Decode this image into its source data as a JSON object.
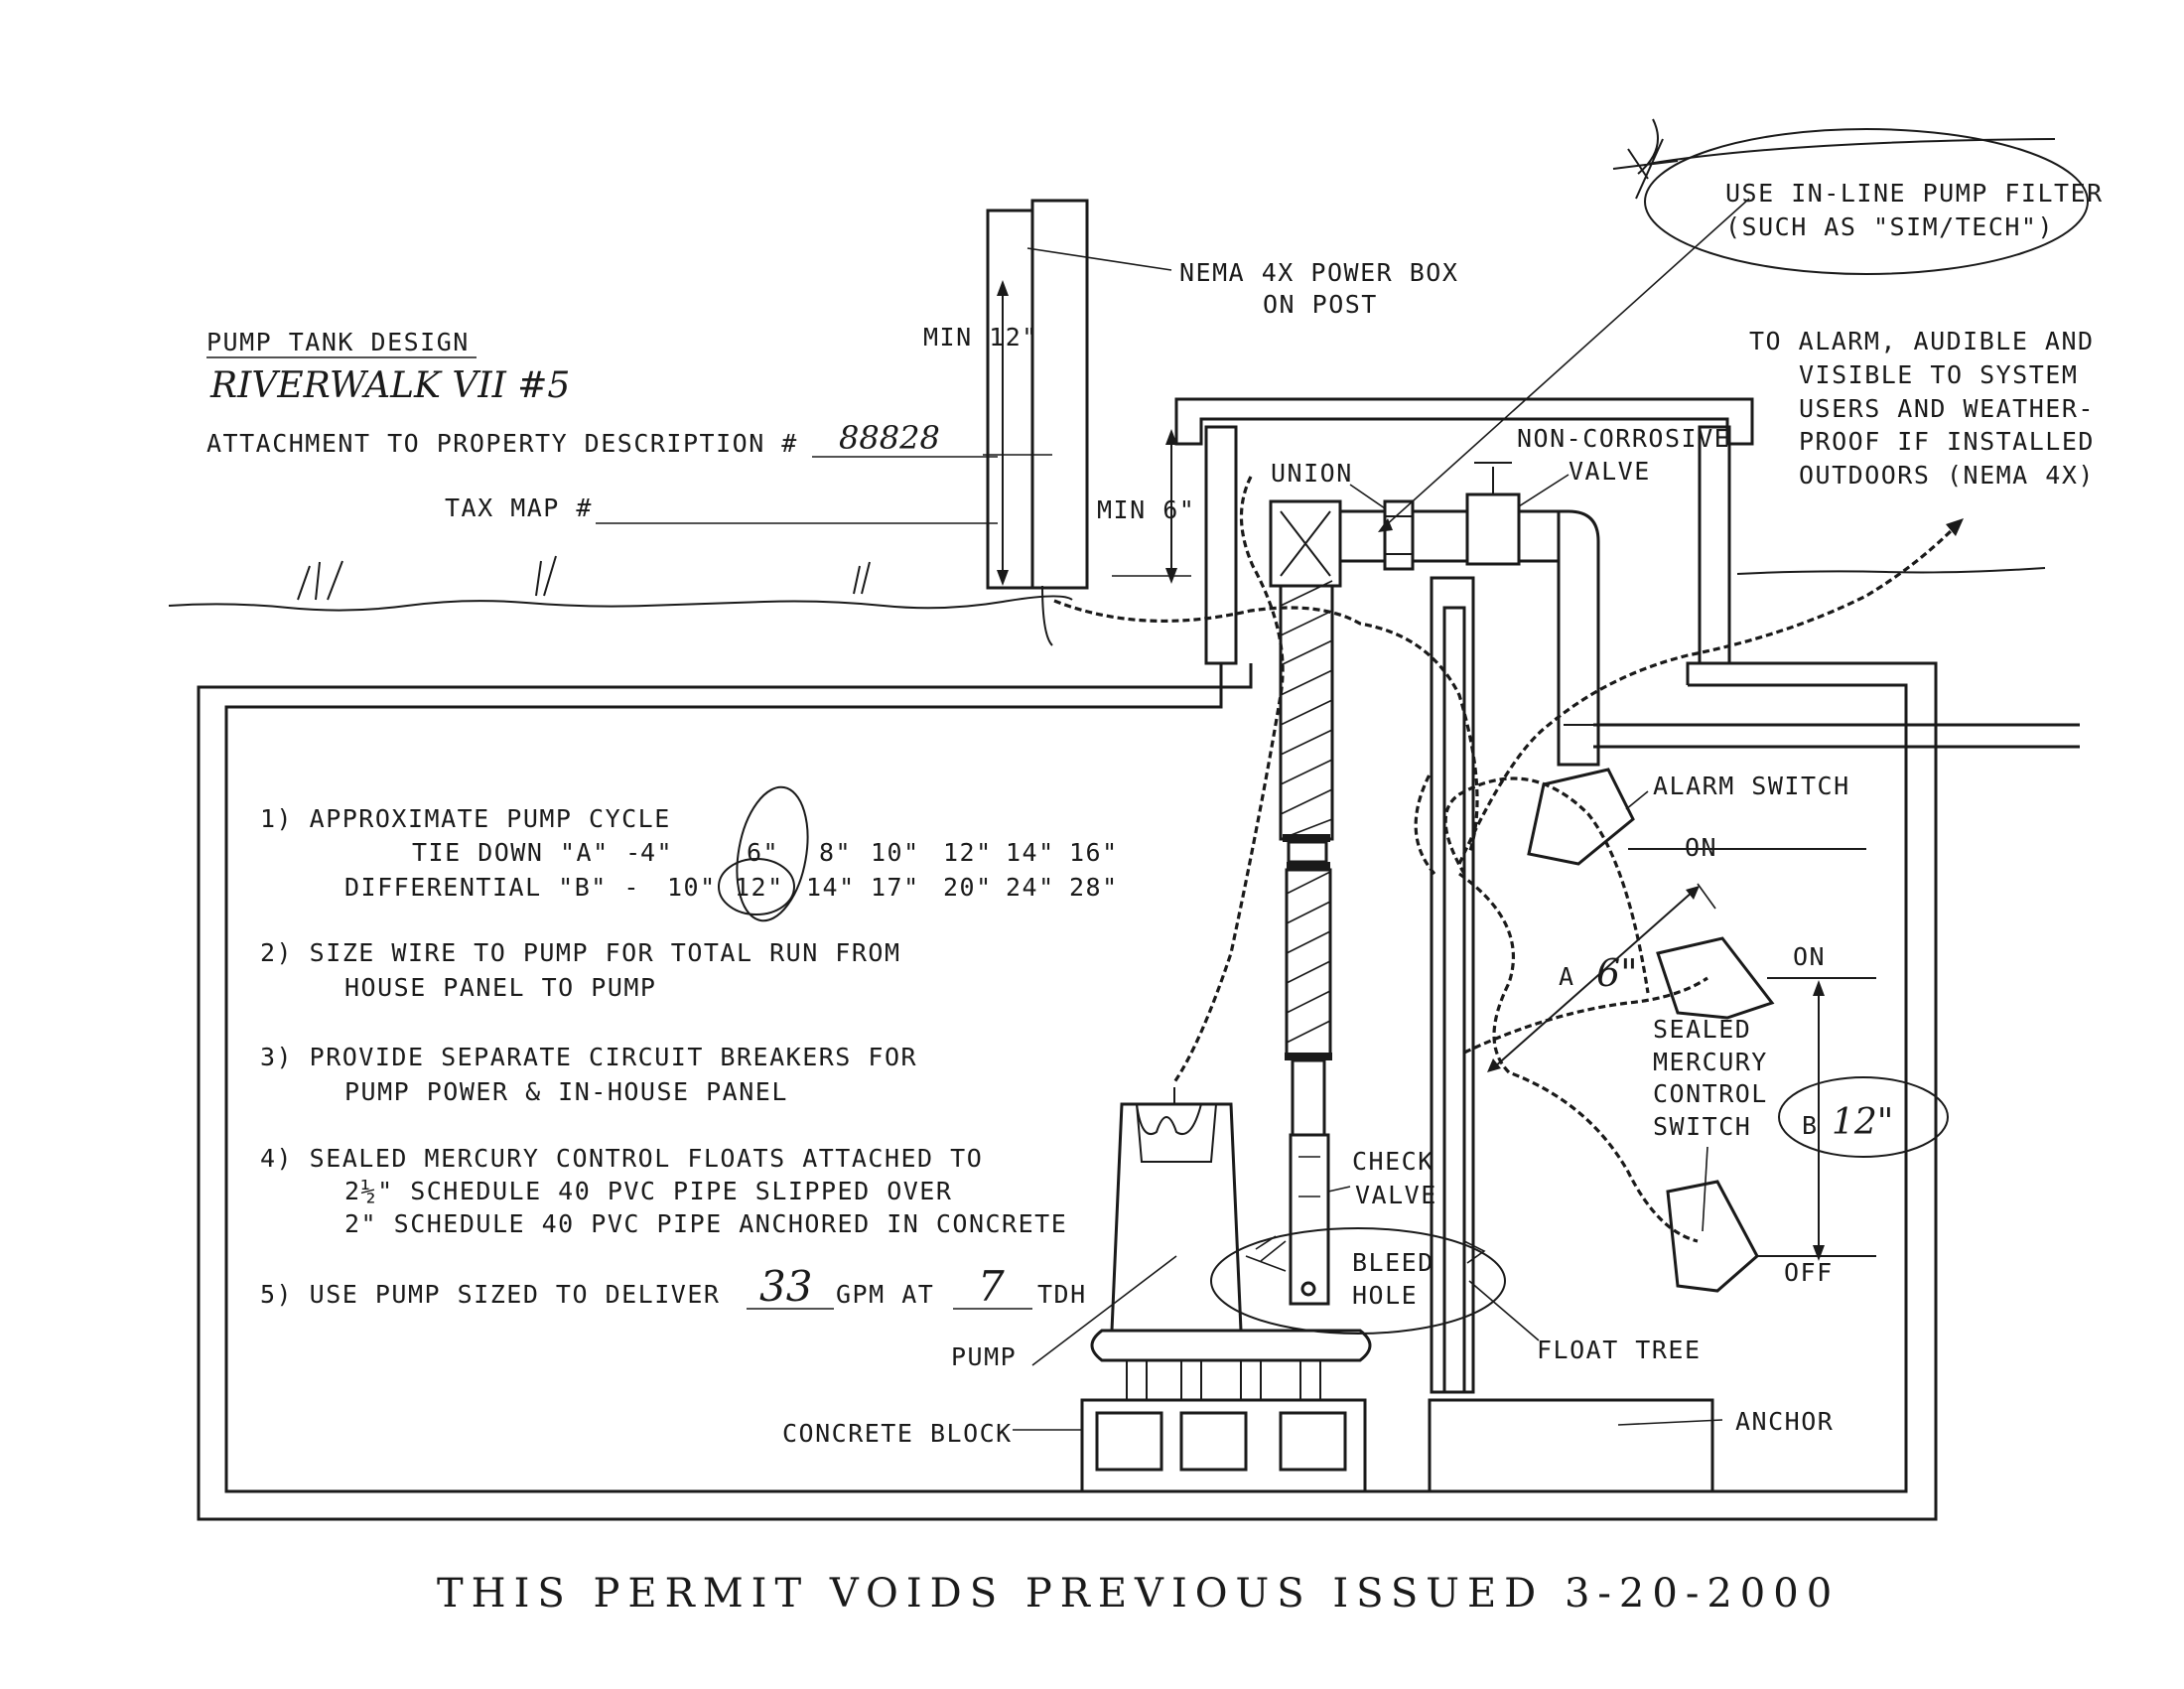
{
  "header": {
    "title": "PUMP TANK DESIGN",
    "project": "RIVERWALK VII #5",
    "attachment_label": "ATTACHMENT TO PROPERTY DESCRIPTION #",
    "attachment_value": "88828",
    "tax_map_label": "TAX MAP #"
  },
  "labels": {
    "power_box_line1": "NEMA 4X POWER BOX",
    "power_box_line2": "ON POST",
    "min_12": "MIN 12\"",
    "min_6": "MIN 6\"",
    "filter_line1": "USE IN-LINE PUMP FILTER",
    "filter_line2": "(SUCH AS \"SIM/TECH\")",
    "alarm_line1": "TO ALARM, AUDIBLE AND",
    "alarm_line2": "VISIBLE TO SYSTEM",
    "alarm_line3": "USERS AND WEATHER-",
    "alarm_line4": "PROOF IF INSTALLED",
    "alarm_line5": "OUTDOORS (NEMA 4X)",
    "union": "UNION",
    "valve_line1": "NON-CORROSIVE",
    "valve_line2": "VALVE",
    "alarm_switch": "ALARM SWITCH",
    "on_1": "ON",
    "on_2": "ON",
    "off": "OFF",
    "a_label": "A",
    "a_value": "6\"",
    "b_label": "B",
    "b_value": "12\"",
    "sealed_line1": "SEALED",
    "sealed_line2": "MERCURY",
    "sealed_line3": "CONTROL",
    "sealed_line4": "SWITCH",
    "check_line1": "CHECK",
    "check_line2": "VALVE",
    "bleed_line1": "BLEED",
    "bleed_line2": "HOLE",
    "float_tree": "FLOAT TREE",
    "pump": "PUMP",
    "concrete_block": "CONCRETE BLOCK",
    "anchor": "ANCHOR"
  },
  "notes": {
    "n1_title": "1) APPROXIMATE PUMP CYCLE",
    "n1_tie_label": "TIE DOWN \"A\" -",
    "n1_tie_values": [
      "4\"",
      "6\"",
      "8\"",
      "10\"",
      "12\"",
      "14\"",
      "16\""
    ],
    "n1_diff_label": "DIFFERENTIAL \"B\" -",
    "n1_diff_values": [
      "10\"",
      "12\"",
      "14\"",
      "17\"",
      "20\"",
      "24\"",
      "28\""
    ],
    "n2_line1": "2) SIZE WIRE TO PUMP FOR TOTAL RUN FROM",
    "n2_line2": "HOUSE PANEL TO PUMP",
    "n3_line1": "3) PROVIDE SEPARATE CIRCUIT BREAKERS FOR",
    "n3_line2": "PUMP POWER & IN-HOUSE PANEL",
    "n4_line1": "4) SEALED MERCURY CONTROL FLOATS ATTACHED TO",
    "n4_line2": "2½\" SCHEDULE 40 PVC PIPE SLIPPED OVER",
    "n4_line3": "2\" SCHEDULE 40 PVC PIPE ANCHORED IN CONCRETE",
    "n5_prefix": "5) USE PUMP SIZED TO DELIVER",
    "n5_gpm_value": "33",
    "n5_mid": "GPM AT",
    "n5_tdh_value": "7",
    "n5_suffix": "TDH"
  },
  "footer": {
    "handwritten": "THIS PERMIT VOIDS PREVIOUS ISSUED 3-20-2000"
  }
}
